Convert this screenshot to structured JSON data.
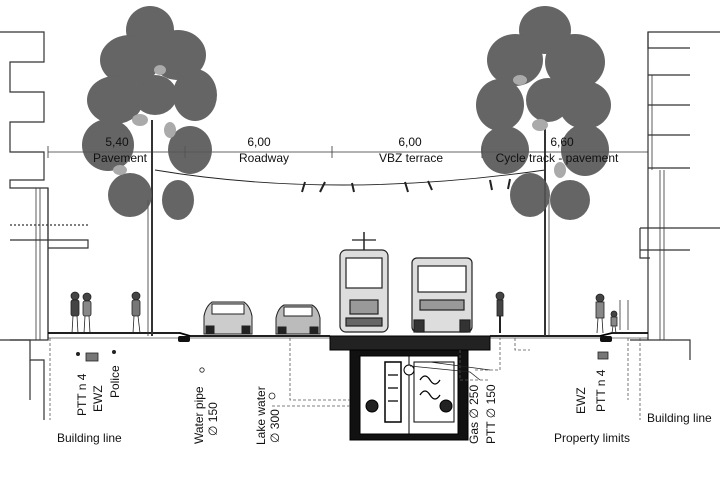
{
  "dimensions": [
    {
      "value": "5,40",
      "label": "Pavement"
    },
    {
      "value": "6,00",
      "label": "Roadway"
    },
    {
      "value": "6,00",
      "label": "VBZ terrace"
    },
    {
      "value": "6,60",
      "label": "Cycle track - pavement"
    }
  ],
  "left_utilities": {
    "ptt": "PTT  n 4",
    "ewz": "EWZ",
    "police": "Police"
  },
  "water_pipe": {
    "line1": "Water pipe",
    "line2": "∅ 150"
  },
  "lake_water": {
    "line1": "Lake water",
    "line2": "∅ 300"
  },
  "gas": "Gas ∅ 250",
  "ptt_right_pipe": "PTT ∅ 150",
  "right_utilities": {
    "ewz": "EWZ",
    "ptt": "PTT  n 4"
  },
  "building_line_left": "Building line",
  "building_line_right": "Building line",
  "property_limits": "Property limits"
}
